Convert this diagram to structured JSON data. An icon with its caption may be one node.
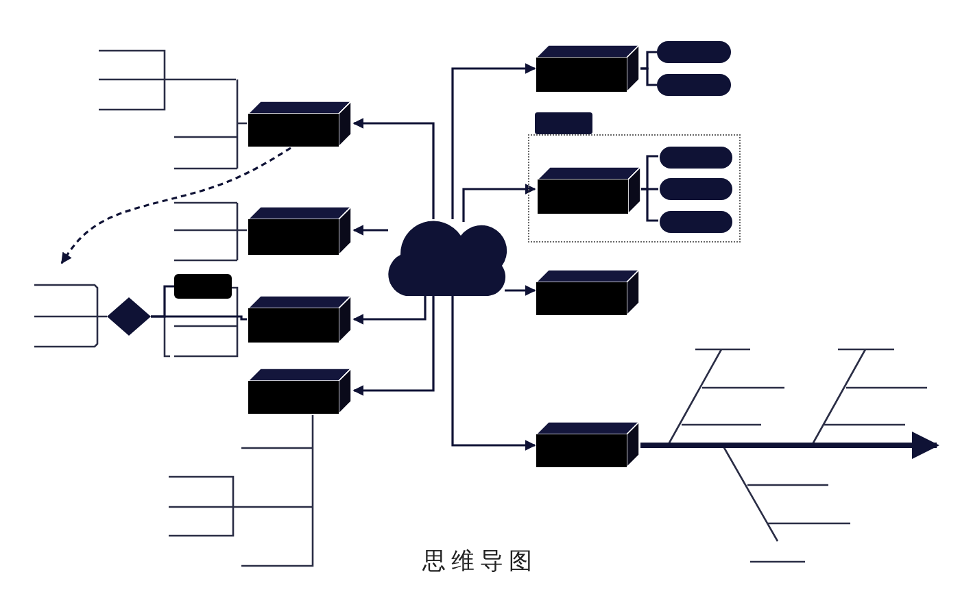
{
  "diagram": {
    "caption": "思维导图",
    "nodes": [
      {
        "text": [],
        "shape": "cloud"
      },
      {
        "text": [],
        "shape": "block"
      },
      {
        "text": [],
        "shape": "block"
      },
      {
        "text": [],
        "shape": "block"
      },
      {
        "text": [],
        "shape": "block"
      },
      {
        "text": [],
        "shape": "block"
      },
      {
        "text": [],
        "shape": "pill"
      },
      {
        "text": [],
        "shape": "pill"
      },
      {
        "text": [],
        "shape": "box"
      },
      {
        "text": [],
        "shape": "box"
      },
      {
        "text": [],
        "shape": "block",
        "in": 9
      },
      {
        "text": [],
        "shape": "pill",
        "in": 9
      },
      {
        "text": [],
        "shape": "pill",
        "in": 9
      },
      {
        "text": [],
        "shape": "pill",
        "in": 9
      },
      {
        "text": [],
        "shape": "block"
      },
      {
        "text": [],
        "shape": "block"
      },
      {
        "text": [],
        "shape": "diamond"
      },
      {
        "text": [],
        "shape": "box"
      }
    ],
    "edges": [
      {
        "from": 0,
        "to": 1,
        "arrow": "to"
      },
      {
        "from": 0,
        "to": 2,
        "arrow": "to"
      },
      {
        "from": 0,
        "to": 3,
        "arrow": "to"
      },
      {
        "from": 0,
        "to": 4,
        "arrow": "to"
      },
      {
        "from": 0,
        "to": 5,
        "arrow": "to"
      },
      {
        "from": 0,
        "to": 10,
        "arrow": "to"
      },
      {
        "from": 0,
        "to": 14,
        "arrow": "to"
      },
      {
        "from": 0,
        "to": 15,
        "arrow": "to"
      },
      {
        "from": 5,
        "to": 6,
        "arrow": "none"
      },
      {
        "from": 5,
        "to": 7,
        "arrow": "none"
      },
      {
        "from": 10,
        "to": 11,
        "arrow": "none"
      },
      {
        "from": 10,
        "to": 12,
        "arrow": "none"
      },
      {
        "from": 10,
        "to": 13,
        "arrow": "none"
      },
      {
        "from": 3,
        "to": 16,
        "arrow": "none"
      },
      {
        "from": 16,
        "to": 17,
        "arrow": "none"
      },
      {
        "from": 1,
        "to": null,
        "arrow": "to",
        "style": "dashed"
      },
      {
        "from": 15,
        "to": null,
        "arrow": "to",
        "style": "thick"
      }
    ]
  }
}
